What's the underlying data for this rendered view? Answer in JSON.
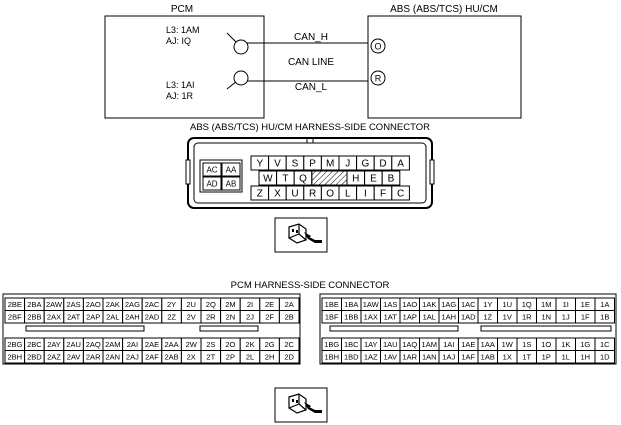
{
  "pcm": {
    "title": "PCM",
    "terminal_h": [
      "L3: 1AM",
      "AJ: IQ"
    ],
    "terminal_l": [
      "L3: 1AI",
      "AJ: 1R"
    ]
  },
  "abs": {
    "title": "ABS (ABS/TCS) HU/CM",
    "pin_h": "O",
    "pin_l": "R"
  },
  "wires": {
    "can_h": "CAN_H",
    "can_line": "CAN LINE",
    "can_l": "CAN_L"
  },
  "abs_connector": {
    "title": "ABS (ABS/TCS) HU/CM HARNESS-SIDE CONNECTOR",
    "small_pins": [
      [
        "AC",
        "AA"
      ],
      [
        "AD",
        "AB"
      ]
    ],
    "rows": [
      [
        "Y",
        "V",
        "S",
        "P",
        "M",
        "J",
        "G",
        "D",
        "A"
      ],
      [
        "W",
        "T",
        "Q",
        "",
        "H",
        "E",
        "B"
      ],
      [
        "Z",
        "X",
        "U",
        "R",
        "O",
        "L",
        "I",
        "F",
        "C"
      ]
    ]
  },
  "pcm_connector": {
    "title": "PCM HARNESS-SIDE CONNECTOR",
    "left_top": [
      [
        "2BE",
        "2BA",
        "2AW",
        "2AS",
        "2AO",
        "2AK",
        "2AG",
        "2AC",
        "2Y",
        "2U",
        "2Q",
        "2M",
        "2I",
        "2E",
        "2A"
      ],
      [
        "2BF",
        "2BB",
        "2AX",
        "2AT",
        "2AP",
        "2AL",
        "2AH",
        "2AD",
        "2Z",
        "2V",
        "2R",
        "2N",
        "2J",
        "2F",
        "2B"
      ]
    ],
    "left_bottom": [
      [
        "2BG",
        "2BC",
        "2AY",
        "2AU",
        "2AQ",
        "2AM",
        "2AI",
        "2AE",
        "2AA",
        "2W",
        "2S",
        "2O",
        "2K",
        "2G",
        "2C"
      ],
      [
        "2BH",
        "2BD",
        "2AZ",
        "2AV",
        "2AR",
        "2AN",
        "2AJ",
        "2AF",
        "2AB",
        "2X",
        "2T",
        "2P",
        "2L",
        "2H",
        "2D"
      ]
    ],
    "right_top": [
      [
        "1BE",
        "1BA",
        "1AW",
        "1AS",
        "1AO",
        "1AK",
        "1AG",
        "1AC",
        "1Y",
        "1U",
        "1Q",
        "1M",
        "1I",
        "1E",
        "1A"
      ],
      [
        "1BF",
        "1BB",
        "1AX",
        "1AT",
        "1AP",
        "1AL",
        "1AH",
        "1AD",
        "1Z",
        "1V",
        "1R",
        "1N",
        "1J",
        "1F",
        "1B"
      ]
    ],
    "right_bottom": [
      [
        "1BG",
        "1BC",
        "1AY",
        "1AU",
        "1AQ",
        "1AM",
        "1AI",
        "1AE",
        "1AA",
        "1W",
        "1S",
        "1O",
        "1K",
        "1G",
        "1C"
      ],
      [
        "1BH",
        "1BD",
        "1AZ",
        "1AV",
        "1AR",
        "1AN",
        "1AJ",
        "1AF",
        "1AB",
        "1X",
        "1T",
        "1P",
        "1L",
        "1H",
        "1D"
      ]
    ]
  },
  "icons": {
    "view_direction": "connector-front-view-icon"
  }
}
